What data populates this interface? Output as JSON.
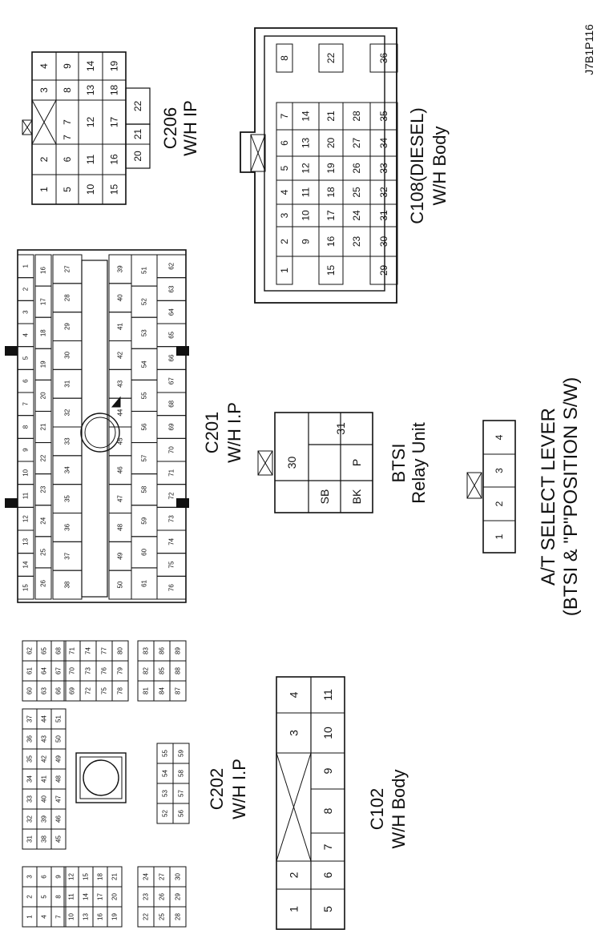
{
  "figure_code": "J7B1P116",
  "connectors": {
    "c206": {
      "name": "C206",
      "sub": "W/H IP",
      "pins": [
        "1",
        "2",
        "3",
        "4",
        "5",
        "6",
        "7",
        "8",
        "9",
        "10",
        "11",
        "12",
        "13",
        "14",
        "15",
        "16",
        "17",
        "18",
        "19",
        "20",
        "21",
        "22"
      ]
    },
    "c108": {
      "name": "C108(DIESEL)",
      "sub": "W/H Body",
      "pins": [
        "1",
        "2",
        "3",
        "4",
        "5",
        "6",
        "7",
        "8",
        "9",
        "10",
        "11",
        "12",
        "13",
        "14",
        "15",
        "16",
        "17",
        "18",
        "19",
        "20",
        "21",
        "22",
        "23",
        "24",
        "25",
        "26",
        "27",
        "28",
        "29",
        "30",
        "31",
        "32",
        "33",
        "34",
        "35",
        "36"
      ]
    },
    "c201": {
      "name": "C201",
      "sub": "W/H I.P",
      "pins": [
        "1",
        "2",
        "3",
        "4",
        "5",
        "6",
        "7",
        "8",
        "9",
        "10",
        "11",
        "12",
        "13",
        "14",
        "15",
        "16",
        "17",
        "18",
        "19",
        "20",
        "21",
        "22",
        "23",
        "24",
        "25",
        "26",
        "27",
        "28",
        "29",
        "30",
        "31",
        "32",
        "33",
        "34",
        "35",
        "36",
        "37",
        "38",
        "39",
        "40",
        "41",
        "42",
        "43",
        "44",
        "45",
        "46",
        "47",
        "48",
        "49",
        "50",
        "51",
        "52",
        "53",
        "54",
        "55",
        "56",
        "57",
        "58",
        "59",
        "60",
        "61",
        "62",
        "63",
        "64",
        "65",
        "66",
        "67",
        "68",
        "69",
        "70",
        "71",
        "72",
        "73",
        "74",
        "75",
        "76"
      ]
    },
    "btsi": {
      "name": "BTSI",
      "sub": "Relay Unit",
      "pins": [
        "30",
        "31",
        "SB",
        "BK",
        "P"
      ]
    },
    "atsel": {
      "name": "A/T SELECT LEVER",
      "sub": "(BTSI & \"P\"POSITION  S/W)",
      "pins": [
        "1",
        "2",
        "3",
        "4"
      ]
    },
    "c202": {
      "name": "C202",
      "sub": "W/H I.P",
      "pins": [
        "1",
        "2",
        "3",
        "4",
        "5",
        "6",
        "7",
        "8",
        "9",
        "10",
        "11",
        "12",
        "13",
        "14",
        "15",
        "16",
        "17",
        "18",
        "19",
        "20",
        "21",
        "22",
        "23",
        "24",
        "25",
        "26",
        "27",
        "28",
        "29",
        "30",
        "31",
        "32",
        "33",
        "34",
        "35",
        "36",
        "37",
        "38",
        "39",
        "40",
        "41",
        "42",
        "43",
        "44",
        "45",
        "46",
        "47",
        "48",
        "49",
        "50",
        "51",
        "52",
        "53",
        "54",
        "55",
        "56",
        "57",
        "58",
        "59",
        "60",
        "61",
        "62",
        "63",
        "64",
        "65",
        "66",
        "67",
        "68",
        "69",
        "70",
        "71",
        "72",
        "73",
        "74",
        "75",
        "76",
        "77",
        "78",
        "79",
        "80",
        "81",
        "82",
        "83",
        "84",
        "85",
        "86",
        "87",
        "88",
        "89"
      ]
    },
    "c102": {
      "name": "C102",
      "sub": "W/H Body",
      "pins": [
        "1",
        "2",
        "3",
        "4",
        "5",
        "6",
        "7",
        "8",
        "9",
        "10",
        "11"
      ]
    }
  }
}
